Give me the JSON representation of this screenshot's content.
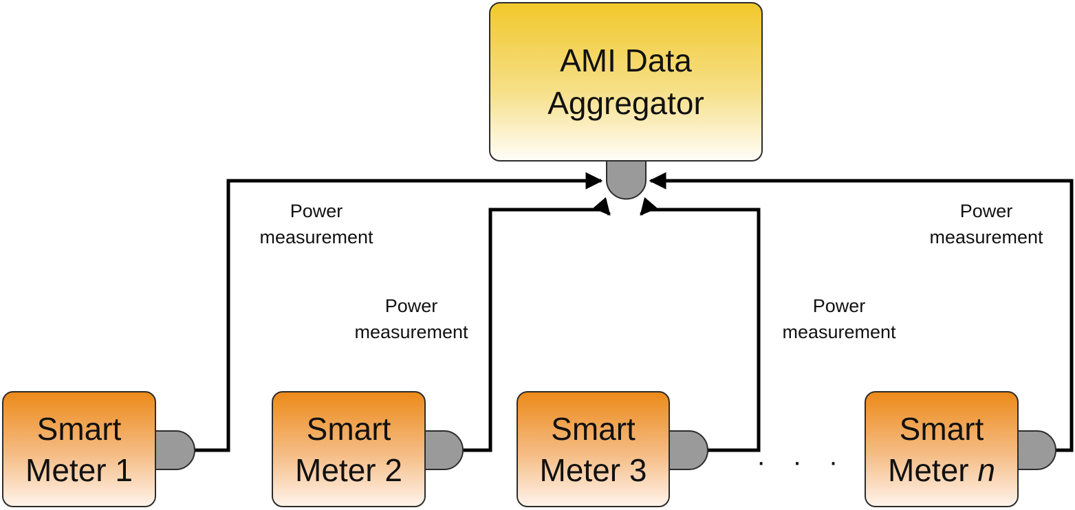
{
  "aggregator": {
    "line1": "AMI Data",
    "line2": "Aggregator"
  },
  "meters": [
    {
      "line1": "Smart",
      "line2_prefix": "Meter ",
      "index": "1",
      "index_italic": false
    },
    {
      "line1": "Smart",
      "line2_prefix": "Meter ",
      "index": "2",
      "index_italic": false
    },
    {
      "line1": "Smart",
      "line2_prefix": "Meter ",
      "index": "3",
      "index_italic": false
    },
    {
      "line1": "Smart",
      "line2_prefix": "Meter ",
      "index": "n",
      "index_italic": true
    }
  ],
  "edge_labels": [
    {
      "line1": "Power",
      "line2": "measurement"
    },
    {
      "line1": "Power",
      "line2": "measurement"
    },
    {
      "line1": "Power",
      "line2": "measurement"
    },
    {
      "line1": "Power",
      "line2": "measurement"
    }
  ],
  "ellipsis": "· · ·",
  "colors": {
    "aggregator_top": "#f1c82b",
    "meter_top": "#ec8a1a",
    "port": "#9a9a9a",
    "line": "#000000"
  }
}
